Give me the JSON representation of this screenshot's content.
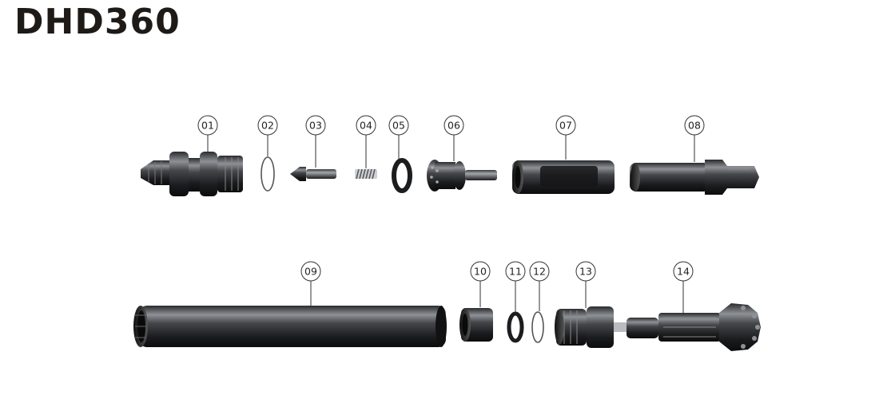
{
  "title": "DHD360",
  "parts": [
    {
      "label": "01"
    },
    {
      "label": "02"
    },
    {
      "label": "03"
    },
    {
      "label": "04"
    },
    {
      "label": "05"
    },
    {
      "label": "06"
    },
    {
      "label": "07"
    },
    {
      "label": "08"
    },
    {
      "label": "09"
    },
    {
      "label": "10"
    },
    {
      "label": "11"
    },
    {
      "label": "12"
    },
    {
      "label": "13"
    },
    {
      "label": "14"
    }
  ],
  "colors": {
    "metal_dark": "#1b1c1e",
    "metal_mid": "#4a4c50",
    "metal_light": "#8e9196",
    "label_text": "#222222"
  }
}
